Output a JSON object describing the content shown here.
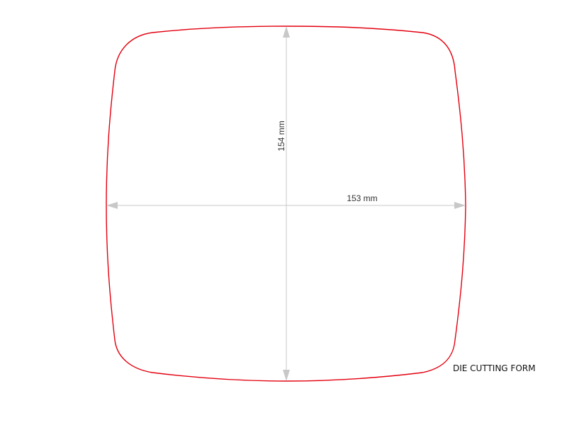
{
  "shape": {
    "outline_color": "#e3000f"
  },
  "dimensions": {
    "line_color": "#c8c8c8",
    "text_color": "#333333",
    "vertical": {
      "label": "154 mm"
    },
    "horizontal": {
      "label": "153 mm"
    }
  },
  "caption": {
    "text": "DIE CUTTING FORM",
    "color": "#111111"
  }
}
